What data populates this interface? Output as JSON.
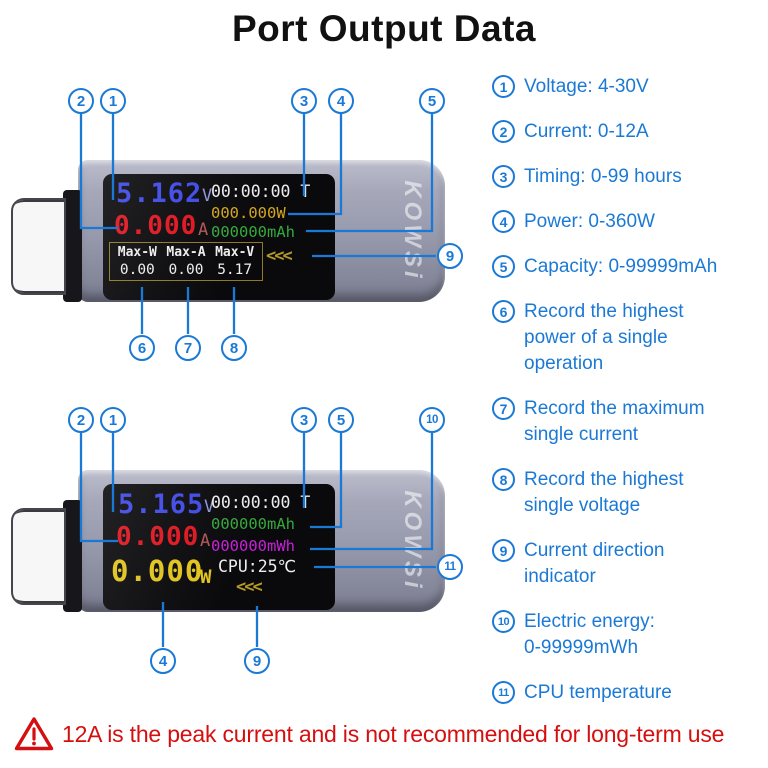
{
  "title": "Port Output Data",
  "colors": {
    "accent_blue": "#1b79d6",
    "warning_red": "#d50f0f",
    "lcd_voltage_blue": "#3e49e6",
    "lcd_current_red": "#de1520",
    "lcd_power_gold": "#d2a61f",
    "lcd_capacity_green": "#35a83b",
    "lcd_energy_magenta": "#c81fd8",
    "lcd_watt_yellow": "#e0c31d",
    "lcd_white": "#ededed",
    "lcd_arrow_olive": "#b49a28",
    "device_body_gray": "#9698ac"
  },
  "legend": {
    "items": [
      {
        "num": "1",
        "text": "Voltage: 4-30V"
      },
      {
        "num": "2",
        "text": "Current: 0-12A"
      },
      {
        "num": "3",
        "text": "Timing: 0-99 hours"
      },
      {
        "num": "4",
        "text": "Power: 0-360W"
      },
      {
        "num": "5",
        "text": "Capacity: 0-99999mAh"
      },
      {
        "num": "6",
        "text": "Record the highest\npower of a single\noperation"
      },
      {
        "num": "7",
        "text": "Record the maximum\nsingle current"
      },
      {
        "num": "8",
        "text": "Record the highest\nsingle voltage"
      },
      {
        "num": "9",
        "text": "Current direction\nindicator"
      },
      {
        "num": "10",
        "text": "Electric energy:\n0-99999mWh"
      },
      {
        "num": "11",
        "text": "CPU temperature"
      }
    ]
  },
  "devices": {
    "device1": {
      "brand": "KOWSi",
      "display": {
        "voltage_value": "5.162",
        "voltage_unit": "V",
        "timer": "00:00:00 T",
        "current_value": "0.000",
        "current_unit": "A",
        "power": "000.000W",
        "capacity": "000000mAh",
        "max_headers": [
          "Max-W",
          "Max-A",
          "Max-V"
        ],
        "max_values": [
          "0.00",
          "0.00",
          "5.17"
        ],
        "direction_arrows": "<<<"
      }
    },
    "device2": {
      "brand": "KOWSi",
      "display": {
        "voltage_value": "5.165",
        "voltage_unit": "V",
        "timer": "00:00:00 T",
        "current_value": "0.000",
        "current_unit": "A",
        "capacity": "000000mAh",
        "energy": "000000mWh",
        "power_value": "0.000",
        "power_unit": "W",
        "cpu": "CPU:25℃",
        "direction_arrows": "<<<"
      }
    }
  },
  "callouts": [
    "2",
    "1",
    "3",
    "4",
    "5",
    "9",
    "6",
    "7",
    "8",
    "2",
    "1",
    "3",
    "5",
    "10",
    "11",
    "4",
    "9"
  ],
  "warning": {
    "text": "12A is the peak current and is not recommended for long-term use"
  }
}
